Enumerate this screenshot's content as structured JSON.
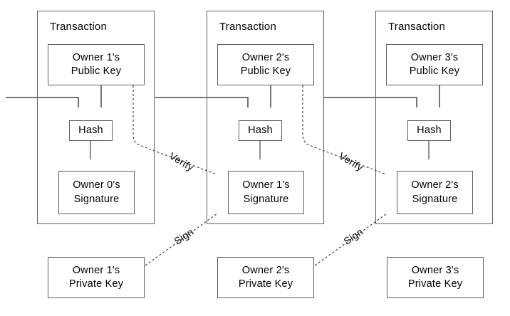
{
  "transactions": [
    {
      "label": "Transaction",
      "public_key": [
        "Owner 1's",
        "Public Key"
      ],
      "hash": "Hash",
      "signature": [
        "Owner 0's",
        "Signature"
      ]
    },
    {
      "label": "Transaction",
      "public_key": [
        "Owner 2's",
        "Public Key"
      ],
      "hash": "Hash",
      "signature": [
        "Owner 1's",
        "Signature"
      ]
    },
    {
      "label": "Transaction",
      "public_key": [
        "Owner 3's",
        "Public Key"
      ],
      "hash": "Hash",
      "signature": [
        "Owner 2's",
        "Signature"
      ]
    }
  ],
  "private_keys": [
    [
      "Owner 1's",
      "Private Key"
    ],
    [
      "Owner 2's",
      "Private Key"
    ],
    [
      "Owner 3's",
      "Private Key"
    ]
  ],
  "arrow_labels": {
    "verify": "Verify",
    "sign": "Sign"
  },
  "colors": {
    "background": "#ffffff",
    "box_border": "#5f5f5f",
    "line": "#474747",
    "arrowhead": "#111111",
    "text": "#000000"
  }
}
